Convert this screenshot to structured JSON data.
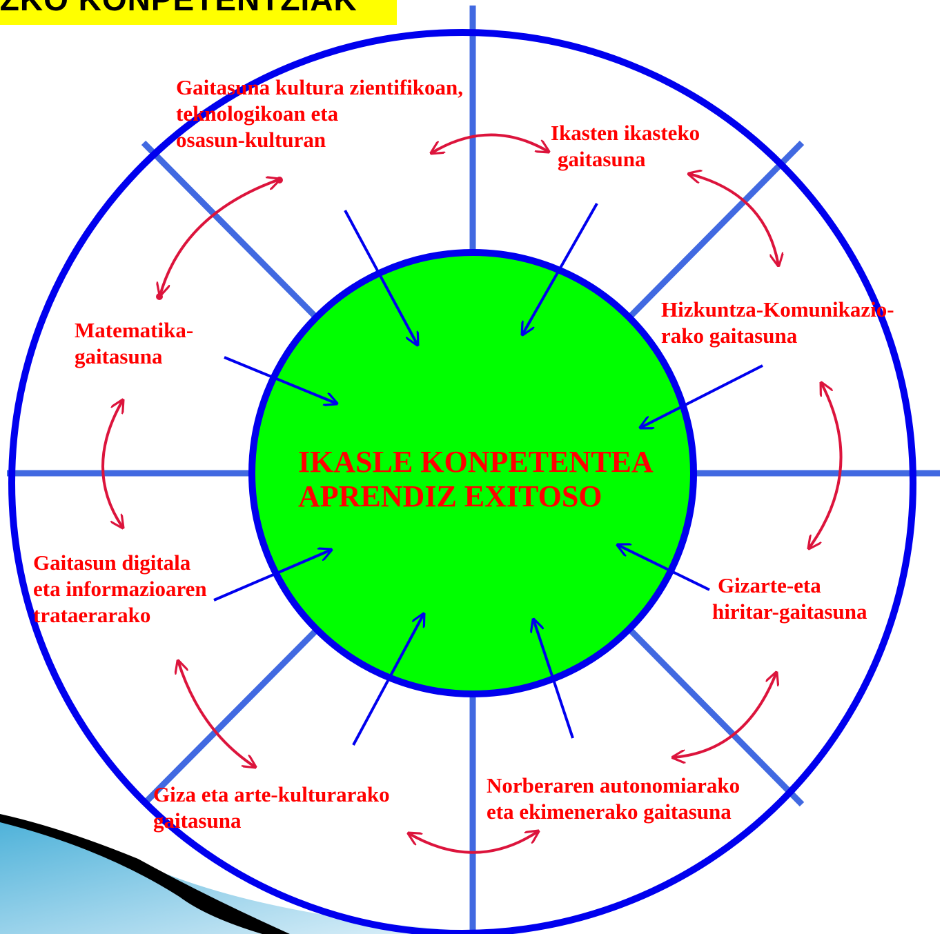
{
  "title": "IZKO KONPETENTZIAK",
  "center": {
    "line1": "IKASLE KONPETENTEA",
    "line2": "APRENDIZ EXITOSO"
  },
  "competences": [
    {
      "id": "zientifikoa",
      "lines": [
        "Gaitasuna kultura zientifikoan,",
        "teknologikoan eta",
        "osasun-kulturan"
      ]
    },
    {
      "id": "ikasten",
      "lines": [
        "Ikasten ikasteko",
        "gaitasuna"
      ]
    },
    {
      "id": "hizkuntza",
      "lines": [
        "Hizkuntza-Komunikazio-",
        "rako gaitasuna"
      ]
    },
    {
      "id": "gizarte",
      "lines": [
        "Gizarte-eta",
        "hiritar-gaitasuna"
      ]
    },
    {
      "id": "autonomia",
      "lines": [
        "Norberaren autonomiarako",
        "eta ekimenerako gaitasuna"
      ]
    },
    {
      "id": "giza-arte",
      "lines": [
        "Giza eta arte-kulturarako",
        "gaitasuna"
      ]
    },
    {
      "id": "digitala",
      "lines": [
        "Gaitasun digitala",
        "eta informazioaren",
        "trataerarako"
      ]
    },
    {
      "id": "matematika",
      "lines": [
        "Matematika-",
        "gaitasuna"
      ]
    }
  ],
  "colors": {
    "outer_ring": "#0000ee",
    "spokes": "#4169e1",
    "inner_fill": "#00ff00",
    "label_text": "#ff0000",
    "arrows_in": "#0000ee",
    "arrows_between": "#dc143c",
    "title_bg": "#ffff00"
  }
}
